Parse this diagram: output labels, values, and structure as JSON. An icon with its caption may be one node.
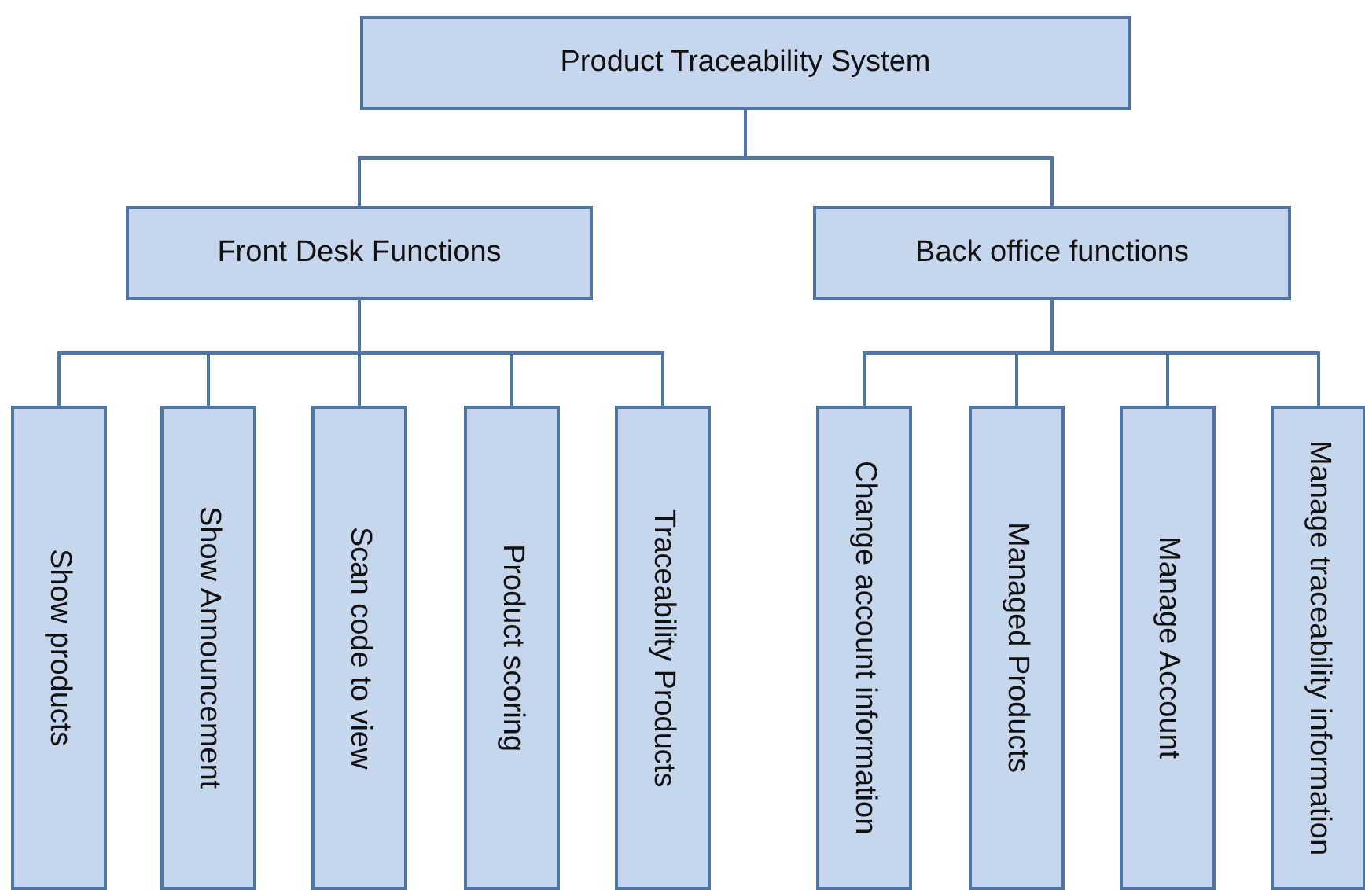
{
  "diagram": {
    "nodes": [
      {
        "text": [
          "Product Traceability System"
        ]
      },
      {
        "text": [
          "Front Desk Functions"
        ]
      },
      {
        "text": [
          "Back office functions"
        ]
      },
      {
        "text": [
          "Show products"
        ]
      },
      {
        "text": [
          "Show Announcement"
        ]
      },
      {
        "text": [
          "Scan code to view"
        ]
      },
      {
        "text": [
          "Product scoring"
        ]
      },
      {
        "text": [
          "Traceability Products"
        ]
      },
      {
        "text": [
          "Change account information"
        ]
      },
      {
        "text": [
          "Managed Products"
        ]
      },
      {
        "text": [
          "Manage Account"
        ]
      },
      {
        "text": [
          "Manage traceability information"
        ]
      }
    ],
    "edges": [
      {
        "from": 0,
        "to": 1,
        "arrow": "none"
      },
      {
        "from": 0,
        "to": 2,
        "arrow": "none"
      },
      {
        "from": 1,
        "to": 3,
        "arrow": "none"
      },
      {
        "from": 1,
        "to": 4,
        "arrow": "none"
      },
      {
        "from": 1,
        "to": 5,
        "arrow": "none"
      },
      {
        "from": 1,
        "to": 6,
        "arrow": "none"
      },
      {
        "from": 1,
        "to": 7,
        "arrow": "none"
      },
      {
        "from": 2,
        "to": 8,
        "arrow": "none"
      },
      {
        "from": 2,
        "to": 9,
        "arrow": "none"
      },
      {
        "from": 2,
        "to": 10,
        "arrow": "none"
      },
      {
        "from": 2,
        "to": 11,
        "arrow": "none"
      }
    ]
  }
}
